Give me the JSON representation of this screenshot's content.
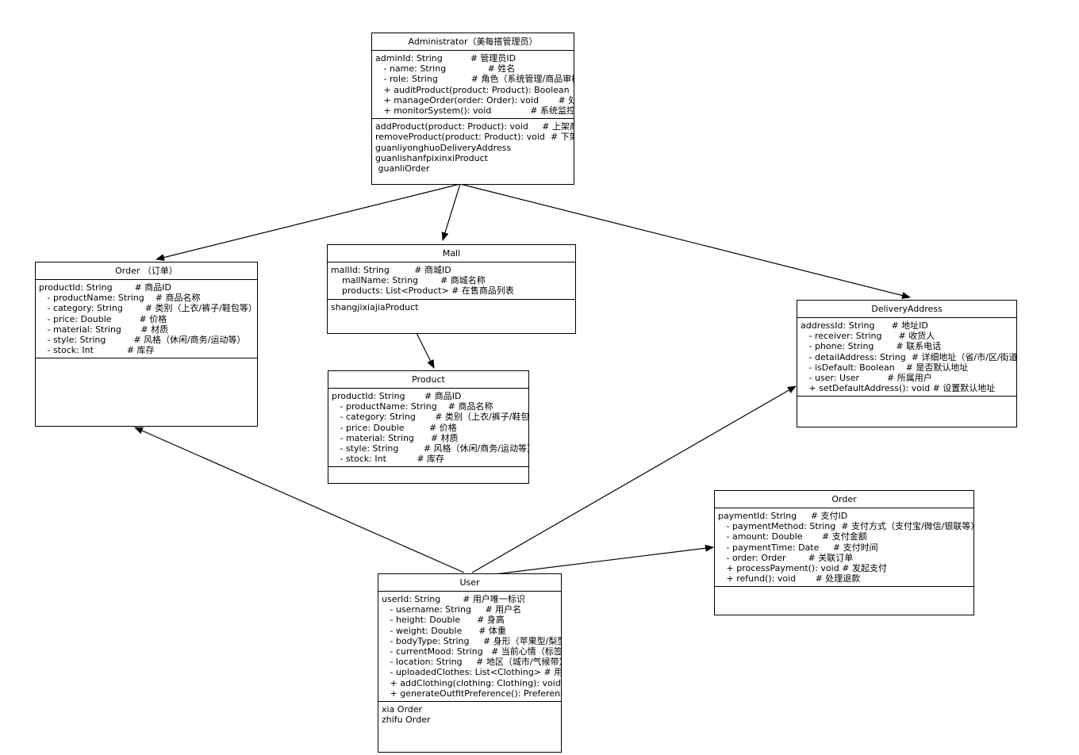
{
  "diagram": {
    "type": "uml-class-diagram",
    "background": "#ffffff",
    "stroke": "#000000"
  },
  "classes": {
    "administrator": {
      "name": "Administrator（美每搭管理员）",
      "attributes": [
        "adminId: String          # 管理员ID",
        "   - name: String               # 姓名",
        "   - role: String            # 角色（系统管理/商品审核/用",
        "   + auditProduct(product: Product): Boolean  # 审核",
        "   + manageOrder(order: Order): void       # 处理订",
        "   + monitorSystem(): void              # 系统监控"
      ],
      "operations": [
        "addProduct(product: Product): void     # 上架商品",
        "removeProduct(product: Product): void  # 下架商品",
        "guanliyonghuoDeliveryAddress",
        "guanlishanfpixinxiProduct",
        " guanliOrder"
      ]
    },
    "order_left": {
      "name": "Order （订单）",
      "attributes": [
        "productId: String        # 商品ID",
        "   - productName: String    # 商品名称",
        "   - category: String        # 类别（上衣/裤子/鞋包等）",
        "   - price: Double          # 价格",
        "   - material: String       # 材质",
        "   - style: String          # 风格（休闲/商务/运动等）",
        "   - stock: Int            # 库存"
      ],
      "operations": []
    },
    "mall": {
      "name": "Mall",
      "attributes": [
        "mallId: String         # 商城ID",
        "    mallName: String        # 商城名称",
        "    products: List<Product> # 在售商品列表"
      ],
      "operations": [
        "shangjixiajiaProduct"
      ]
    },
    "product": {
      "name": "Product",
      "attributes": [
        "productId: String       # 商品ID",
        "   - productName: String    # 商品名称",
        "   - category: String       # 类别（上衣/裤子/鞋包等）",
        "   - price: Double         # 价格",
        "   - material: String      # 材质",
        "   - style: String         # 风格（休闲/商务/运动等）",
        "   - stock: Int           # 库存"
      ],
      "operations": []
    },
    "delivery_address": {
      "name": "DeliveryAddress",
      "attributes": [
        "addressId: String      # 地址ID",
        "   - receiver: String      # 收货人",
        "   - phone: String        # 联系电话",
        "   - detailAddress: String  # 详细地址（省/市/区/街道）",
        "   - isDefault: Boolean    # 是否默认地址",
        "   - user: User          # 所属用户",
        "   + setDefaultAddress(): void # 设置默认地址"
      ],
      "operations": []
    },
    "order_payment": {
      "name": "Order",
      "attributes": [
        "paymentId: String     # 支付ID",
        "   - paymentMethod: String  # 支付方式（支付宝/微信/银联等）",
        "   - amount: Double       # 支付金额",
        "   - paymentTime: Date     # 支付时间",
        "   - order: Order        # 关联订单",
        "   + processPayment(): void # 发起支付",
        "   + refund(): void       # 处理退款"
      ],
      "operations": []
    },
    "user": {
      "name": "User",
      "attributes": [
        "userId: String        # 用户唯一标识",
        "   - username: String     # 用户名",
        "   - height: Double      # 身高",
        "   - weight: Double      # 体重",
        "   - bodyType: String     # 身形（苹果型/梨型",
        "   - currentMood: String   # 当前心情（标签化",
        "   - location: String     # 地区（城市/气候带）",
        "   - uploadedClothes: List<Clothing> # 用户自",
        "   + addClothing(clothing: Clothing): void # 添",
        "   + generateOutfitPreference(): Preference  #"
      ],
      "operations": [
        "xia Order",
        "zhifu Order"
      ]
    }
  },
  "relations": [
    {
      "from": "administrator",
      "to": "order_left",
      "kind": "directed-association"
    },
    {
      "from": "administrator",
      "to": "mall",
      "kind": "directed-association"
    },
    {
      "from": "administrator",
      "to": "delivery_address",
      "kind": "directed-association"
    },
    {
      "from": "mall",
      "to": "product",
      "kind": "directed-association"
    },
    {
      "from": "user",
      "to": "order_left",
      "kind": "directed-association"
    },
    {
      "from": "user",
      "to": "delivery_address",
      "kind": "directed-association"
    },
    {
      "from": "user",
      "to": "order_payment",
      "kind": "directed-association"
    }
  ]
}
